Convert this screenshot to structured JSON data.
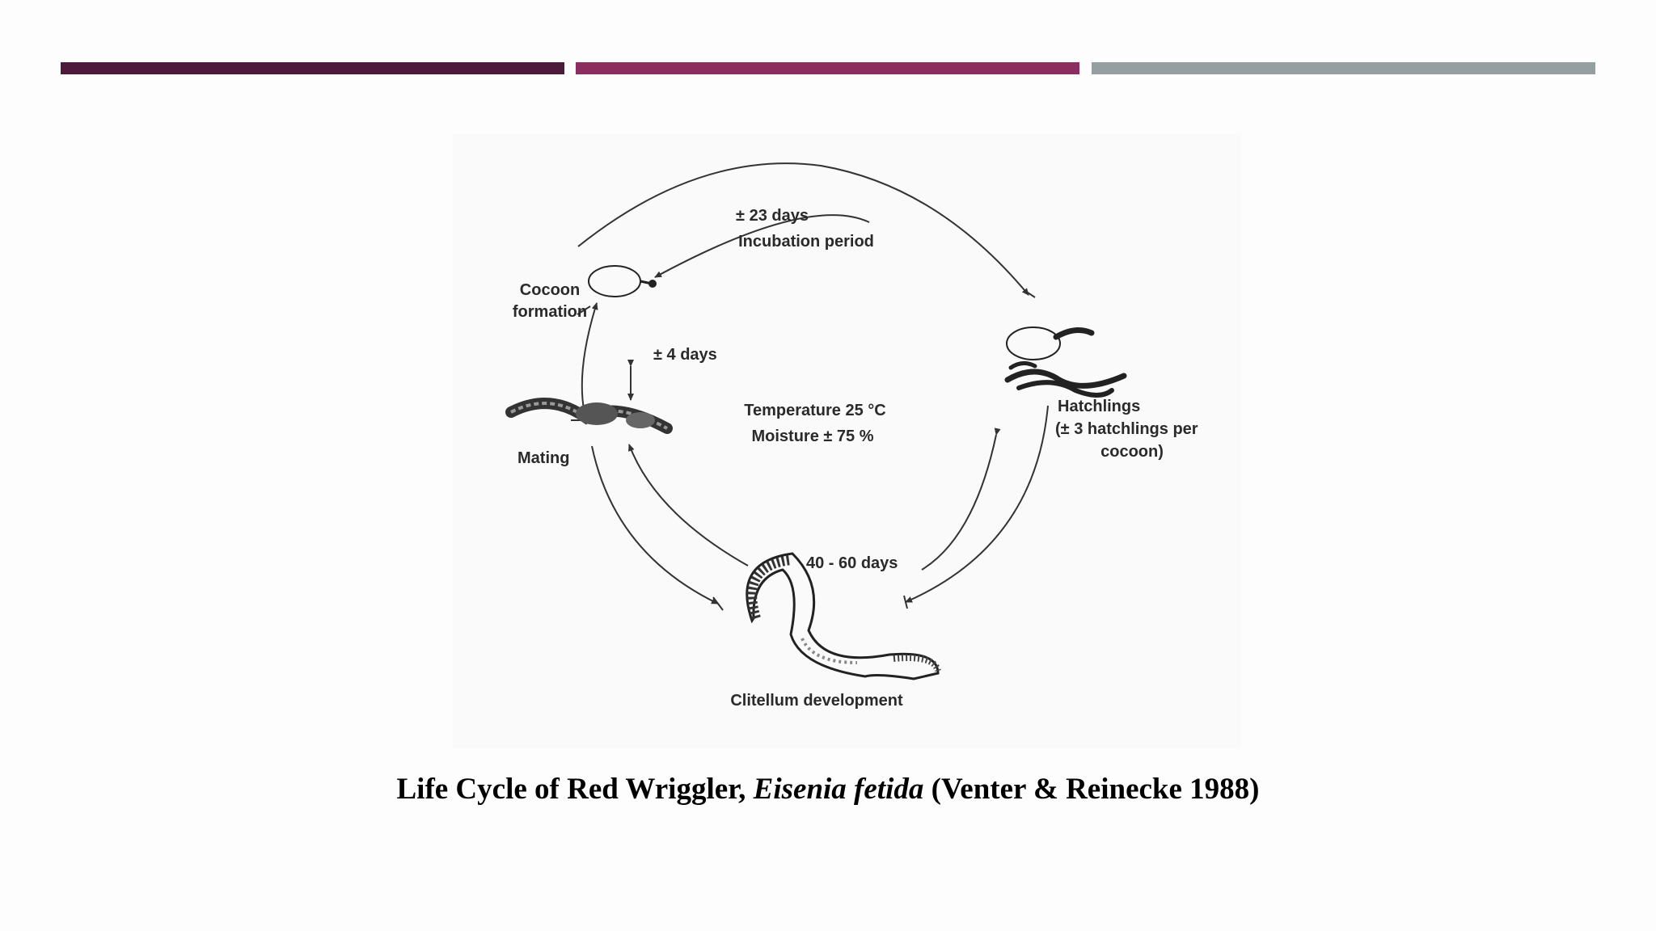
{
  "diagram": {
    "incubation_days": "± 23 days",
    "incubation_label": "Incubation period",
    "cocoon_formation": [
      "Cocoon",
      "formation"
    ],
    "cocoon_days": "± 4 days",
    "conditions": [
      "Temperature 25 °C",
      "Moisture ± 75 %"
    ],
    "mating": "Mating",
    "hatchlings": [
      "Hatchlings",
      "(± 3 hatchlings per",
      "cocoon)"
    ],
    "clitellum_days": "40 - 60 days",
    "clitellum": "Clitellum development"
  },
  "caption": {
    "prefix": "Life Cycle of Red Wriggler, ",
    "species": "Eisenia fetida",
    "suffix": " (Venter & Reinecke 1988)"
  },
  "colors": {
    "bar_1": "#4d1a3b",
    "bar_2": "#8b2d5f",
    "bar_3": "#959ea1"
  }
}
